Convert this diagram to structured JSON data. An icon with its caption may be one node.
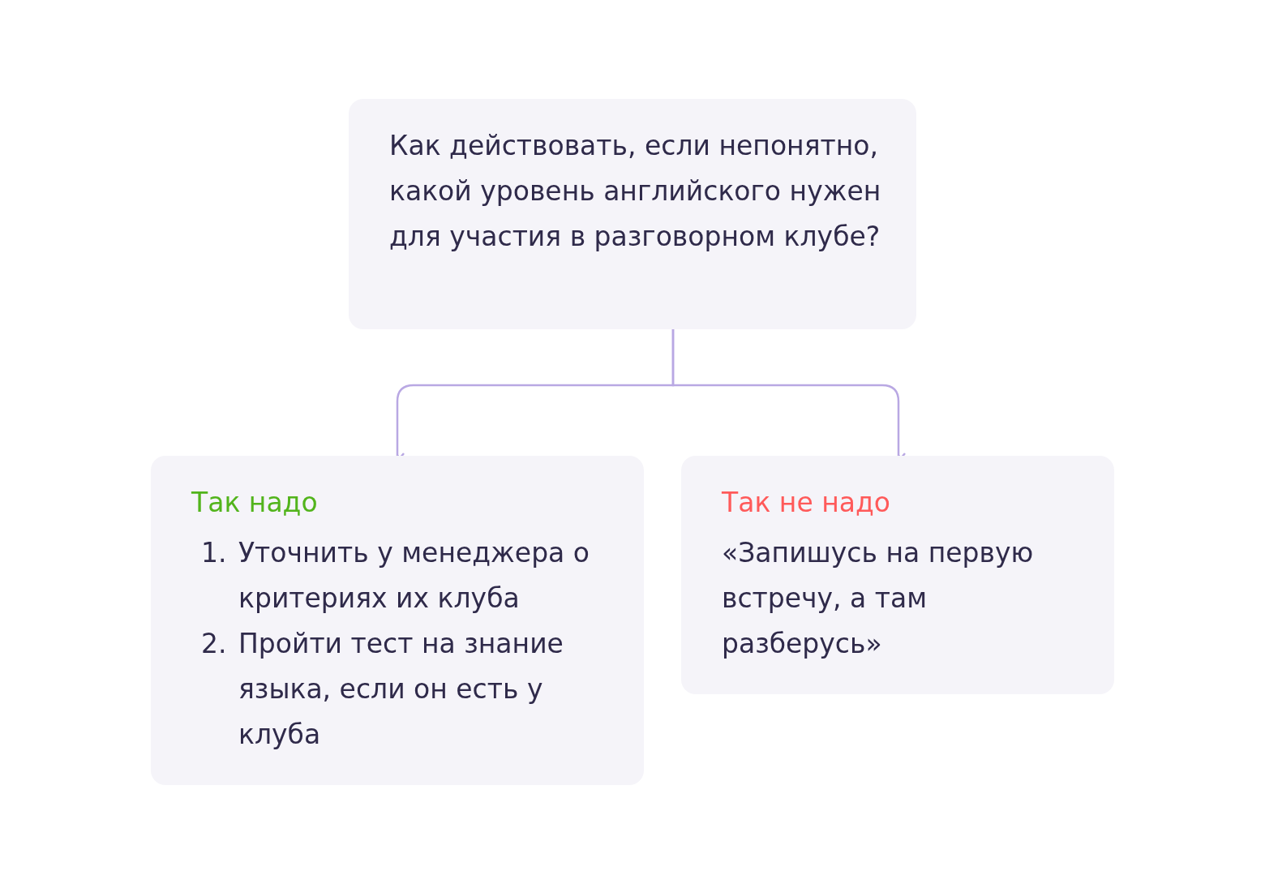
{
  "diagram": {
    "nodes": [
      {
        "text": [
          "Как действовать, если непонятно, какой уровень английского нужен для участия в разговорном клубе?"
        ]
      },
      {
        "text": [
          "Так надо",
          "1.",
          "Уточнить у менеджера о критериях их клуба",
          "2.",
          "Пройти тест на знание языка, если он есть у клуба"
        ]
      },
      {
        "text": [
          "Так не надо",
          "«Запишусь на первую встречу, а там разберусь»"
        ]
      }
    ],
    "edges": [
      {
        "from": 0,
        "to": 1,
        "arrow": "to"
      },
      {
        "from": 0,
        "to": 2,
        "arrow": "to"
      }
    ]
  }
}
